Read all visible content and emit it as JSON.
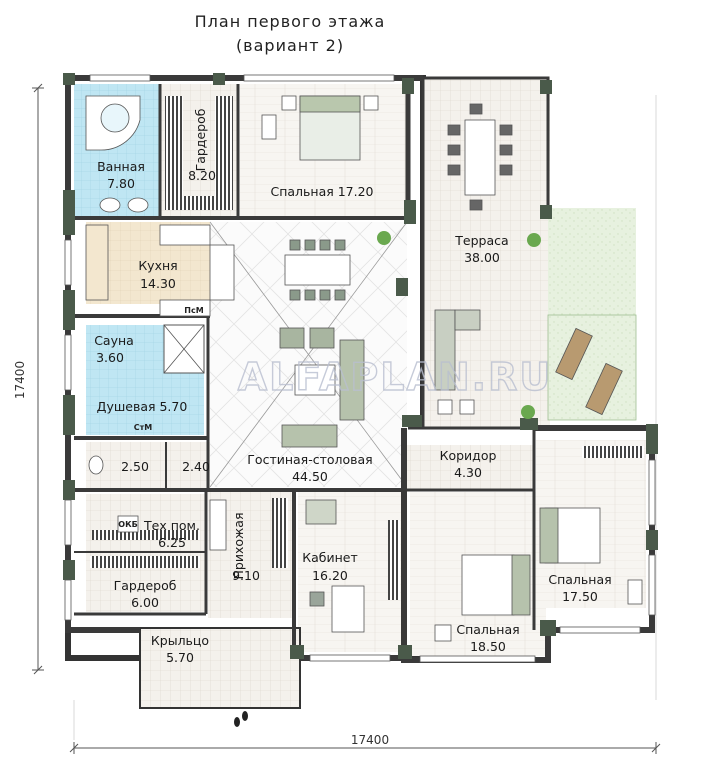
{
  "title": {
    "line1": "План первого этажа",
    "line2": "(вариант 2)"
  },
  "dimensions": {
    "horizontal": "17400",
    "vertical": "17400"
  },
  "watermark": "ALFAPLAN.RU",
  "fixtures": {
    "boiler": "ОКБ",
    "washer": "ПсМ",
    "washer2": "СтМ"
  },
  "rooms": {
    "bath": {
      "label": "Ванная",
      "area": "7.80"
    },
    "wardrobe1": {
      "label": "Гардероб",
      "area": "8.20"
    },
    "bedroom1": {
      "label": "Спальная 17.20"
    },
    "terrace": {
      "label": "Терраса",
      "area": "38.00"
    },
    "kitchen": {
      "label": "Кухня",
      "area": "14.30"
    },
    "sauna": {
      "label": "Сауна",
      "area": "3.60"
    },
    "shower": {
      "label": "Душевая 5.70"
    },
    "wc": {
      "area": "2.50"
    },
    "hall_small": {
      "area": "2.40"
    },
    "living": {
      "label": "Гостиная-столовая",
      "area": "44.50"
    },
    "corridor": {
      "label": "Коридор",
      "area": "4.30"
    },
    "tech": {
      "label": "Тех пом.",
      "area": "6.25"
    },
    "entry": {
      "label": "Прихожая",
      "area": "9.10"
    },
    "cabinet": {
      "label": "Кабинет",
      "area": "16.20"
    },
    "bedroom2": {
      "label": "Спальная",
      "area": "18.50"
    },
    "bedroom3": {
      "label": "Спальная",
      "area": "17.50"
    },
    "wardrobe2": {
      "label": "Гардероб",
      "area": "6.00"
    },
    "porch": {
      "label": "Крыльцо",
      "area": "5.70"
    }
  }
}
